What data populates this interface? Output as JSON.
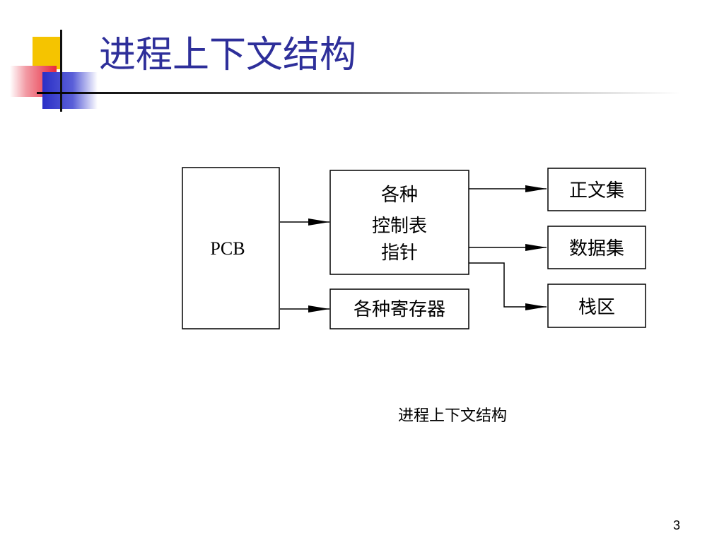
{
  "slide": {
    "title": "进程上下文结构",
    "caption": "进程上下文结构",
    "page_number": "3"
  },
  "diagram": {
    "nodes": {
      "pcb": "PCB",
      "control_tables": [
        "各种",
        "控制表",
        "指针"
      ],
      "registers": "各种寄存器",
      "text_set": "正文集",
      "data_set": "数据集",
      "stack_area": "栈区"
    },
    "edges": [
      {
        "from": "pcb",
        "to": "control_tables"
      },
      {
        "from": "pcb",
        "to": "registers"
      },
      {
        "from": "control_tables",
        "to": "text_set"
      },
      {
        "from": "control_tables",
        "to": "data_set"
      },
      {
        "from": "control_tables",
        "to": "stack_area"
      }
    ]
  },
  "colors": {
    "title": "#2e2f9a",
    "deco_yellow": "#f5c400",
    "deco_red": "#e8283c",
    "deco_blue": "#2a2fc6"
  }
}
